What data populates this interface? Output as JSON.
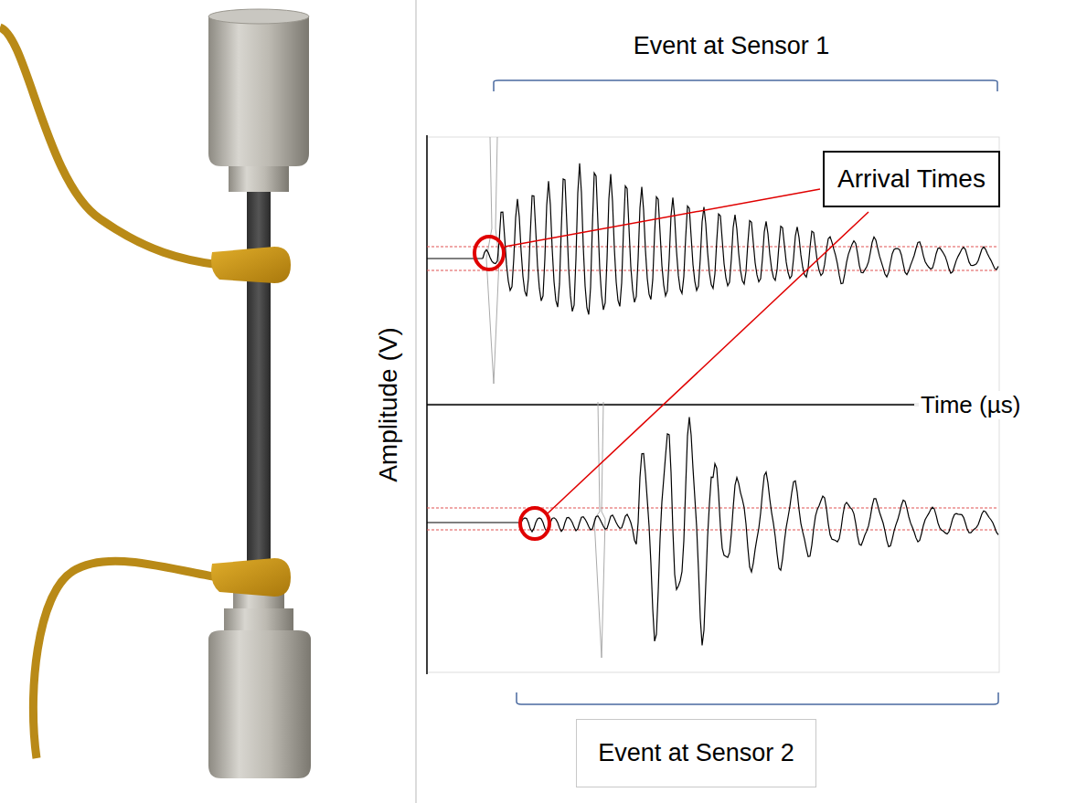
{
  "diagram": {
    "nodes": [
      {
        "text": [
          "Arrival Times"
        ]
      },
      {
        "text": [
          "Event at Sensor 2"
        ]
      }
    ],
    "labels": [
      "Event at Sensor 1",
      "Amplitude (V)",
      "Time (µs)"
    ]
  }
}
